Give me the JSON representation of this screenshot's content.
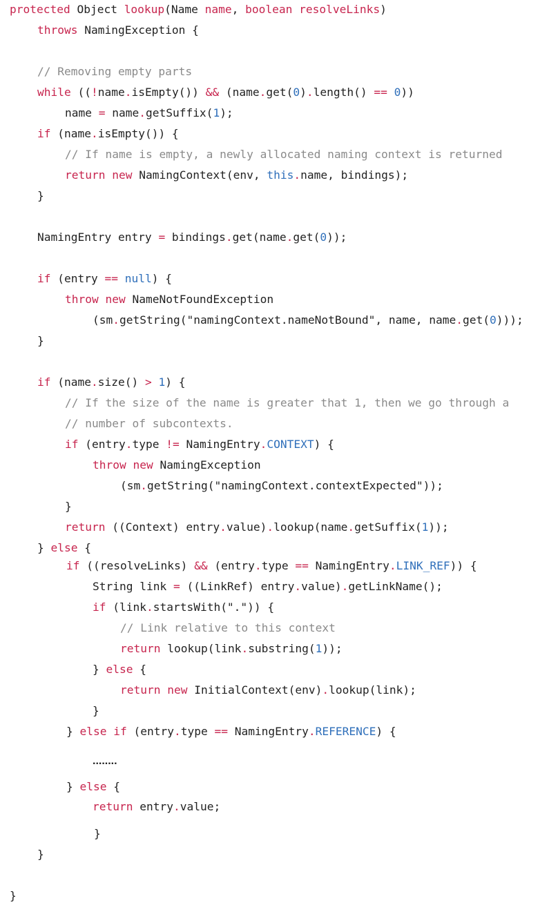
{
  "colors": {
    "keyword": "#c7254e",
    "comment": "#8a8a8a",
    "number": "#2f6fba",
    "constant": "#2f6fba",
    "operator": "#c7254e",
    "text": "#222222",
    "background": "#ffffff"
  },
  "code": {
    "lines": [
      {
        "indent": 0,
        "tokens": [
          [
            "k",
            "protected"
          ],
          [
            "t",
            " Object "
          ],
          [
            "k",
            "lookup"
          ],
          [
            "t",
            "(Name "
          ],
          [
            "k",
            "name"
          ],
          [
            "t",
            ", "
          ],
          [
            "k",
            "boolean"
          ],
          [
            "t",
            " "
          ],
          [
            "k",
            "resolveLinks"
          ],
          [
            "t",
            ")"
          ]
        ]
      },
      {
        "indent": 1,
        "tokens": [
          [
            "k",
            "throws"
          ],
          [
            "t",
            " NamingException {"
          ]
        ]
      },
      {
        "indent": 0,
        "tokens": []
      },
      {
        "indent": 1,
        "tokens": [
          [
            "c",
            "// Removing empty parts"
          ]
        ]
      },
      {
        "indent": 1,
        "tokens": [
          [
            "k",
            "while"
          ],
          [
            "t",
            " (("
          ],
          [
            "o",
            "!"
          ],
          [
            "t",
            "name"
          ],
          [
            "o",
            "."
          ],
          [
            "t",
            "isEmpty()) "
          ],
          [
            "o",
            "&&"
          ],
          [
            "t",
            " (name"
          ],
          [
            "o",
            "."
          ],
          [
            "t",
            "get("
          ],
          [
            "n",
            "0"
          ],
          [
            "t",
            ")"
          ],
          [
            "o",
            "."
          ],
          [
            "t",
            "length() "
          ],
          [
            "o",
            "=="
          ],
          [
            "t",
            " "
          ],
          [
            "n",
            "0"
          ],
          [
            "t",
            "))"
          ]
        ]
      },
      {
        "indent": 2,
        "tokens": [
          [
            "t",
            "name "
          ],
          [
            "o",
            "="
          ],
          [
            "t",
            " name"
          ],
          [
            "o",
            "."
          ],
          [
            "t",
            "getSuffix("
          ],
          [
            "n",
            "1"
          ],
          [
            "t",
            ");"
          ]
        ]
      },
      {
        "indent": 1,
        "tokens": [
          [
            "k",
            "if"
          ],
          [
            "t",
            " (name"
          ],
          [
            "o",
            "."
          ],
          [
            "t",
            "isEmpty()) {"
          ]
        ]
      },
      {
        "indent": 2,
        "tokens": [
          [
            "c",
            "// If name is empty, a newly allocated naming context is returned"
          ]
        ]
      },
      {
        "indent": 2,
        "tokens": [
          [
            "k",
            "return"
          ],
          [
            "t",
            " "
          ],
          [
            "k",
            "new"
          ],
          [
            "t",
            " NamingContext(env, "
          ],
          [
            "n",
            "this"
          ],
          [
            "o",
            "."
          ],
          [
            "t",
            "name, bindings);"
          ]
        ]
      },
      {
        "indent": 1,
        "tokens": [
          [
            "t",
            "}"
          ]
        ]
      },
      {
        "indent": 0,
        "tokens": []
      },
      {
        "indent": 1,
        "tokens": [
          [
            "t",
            "NamingEntry entry "
          ],
          [
            "o",
            "="
          ],
          [
            "t",
            " bindings"
          ],
          [
            "o",
            "."
          ],
          [
            "t",
            "get(name"
          ],
          [
            "o",
            "."
          ],
          [
            "t",
            "get("
          ],
          [
            "n",
            "0"
          ],
          [
            "t",
            "));"
          ]
        ]
      },
      {
        "indent": 0,
        "tokens": []
      },
      {
        "indent": 1,
        "tokens": [
          [
            "k",
            "if"
          ],
          [
            "t",
            " (entry "
          ],
          [
            "o",
            "=="
          ],
          [
            "t",
            " "
          ],
          [
            "n",
            "null"
          ],
          [
            "t",
            ") {"
          ]
        ]
      },
      {
        "indent": 2,
        "tokens": [
          [
            "k",
            "throw"
          ],
          [
            "t",
            " "
          ],
          [
            "k",
            "new"
          ],
          [
            "t",
            " NameNotFoundException"
          ]
        ]
      },
      {
        "indent": 3,
        "tokens": [
          [
            "t",
            "(sm"
          ],
          [
            "o",
            "."
          ],
          [
            "t",
            "getString(\"namingContext.nameNotBound\", name, name"
          ],
          [
            "o",
            "."
          ],
          [
            "t",
            "get("
          ],
          [
            "n",
            "0"
          ],
          [
            "t",
            ")));"
          ]
        ]
      },
      {
        "indent": 1,
        "tokens": [
          [
            "t",
            "}"
          ]
        ]
      },
      {
        "indent": 0,
        "tokens": []
      },
      {
        "indent": 1,
        "tokens": [
          [
            "k",
            "if"
          ],
          [
            "t",
            " (name"
          ],
          [
            "o",
            "."
          ],
          [
            "t",
            "size() "
          ],
          [
            "o",
            ">"
          ],
          [
            "t",
            " "
          ],
          [
            "n",
            "1"
          ],
          [
            "t",
            ") {"
          ]
        ]
      },
      {
        "indent": 2,
        "tokens": [
          [
            "c",
            "// If the size of the name is greater that 1, then we go through a"
          ]
        ]
      },
      {
        "indent": 2,
        "tokens": [
          [
            "c",
            "// number of subcontexts."
          ]
        ]
      },
      {
        "indent": 2,
        "tokens": [
          [
            "k",
            "if"
          ],
          [
            "t",
            " (entry"
          ],
          [
            "o",
            "."
          ],
          [
            "t",
            "type "
          ],
          [
            "o",
            "!="
          ],
          [
            "t",
            " NamingEntry"
          ],
          [
            "o",
            "."
          ],
          [
            "n",
            "CONTEXT"
          ],
          [
            "t",
            ") {"
          ]
        ]
      },
      {
        "indent": 3,
        "tokens": [
          [
            "k",
            "throw"
          ],
          [
            "t",
            " "
          ],
          [
            "k",
            "new"
          ],
          [
            "t",
            " NamingException"
          ]
        ]
      },
      {
        "indent": 4,
        "tokens": [
          [
            "t",
            "(sm"
          ],
          [
            "o",
            "."
          ],
          [
            "t",
            "getString(\"namingContext.contextExpected\"));"
          ]
        ]
      },
      {
        "indent": 2,
        "tokens": [
          [
            "t",
            "}"
          ]
        ]
      },
      {
        "indent": 2,
        "tokens": [
          [
            "k",
            "return"
          ],
          [
            "t",
            " ((Context) entry"
          ],
          [
            "o",
            "."
          ],
          [
            "t",
            "value)"
          ],
          [
            "o",
            "."
          ],
          [
            "t",
            "lookup(name"
          ],
          [
            "o",
            "."
          ],
          [
            "t",
            "getSuffix("
          ],
          [
            "n",
            "1"
          ],
          [
            "t",
            "));"
          ]
        ]
      },
      {
        "indent": 1,
        "tokens": [
          [
            "t",
            "} "
          ],
          [
            "k",
            "else"
          ],
          [
            "t",
            " {"
          ]
        ]
      },
      {
        "indent": 2,
        "tokens": [
          [
            "k",
            "if"
          ],
          [
            "t",
            " ((resolveLinks) "
          ],
          [
            "o",
            "&&"
          ],
          [
            "t",
            " (entry"
          ],
          [
            "o",
            "."
          ],
          [
            "t",
            "type "
          ],
          [
            "o",
            "=="
          ],
          [
            "t",
            " NamingEntry"
          ],
          [
            "o",
            "."
          ],
          [
            "n",
            "LINK_REF"
          ],
          [
            "t",
            ")) {"
          ]
        ]
      },
      {
        "indent": 3,
        "tokens": [
          [
            "t",
            "String link "
          ],
          [
            "o",
            "="
          ],
          [
            "t",
            " ((LinkRef) entry"
          ],
          [
            "o",
            "."
          ],
          [
            "t",
            "value)"
          ],
          [
            "o",
            "."
          ],
          [
            "t",
            "getLinkName();"
          ]
        ]
      },
      {
        "indent": 3,
        "tokens": [
          [
            "k",
            "if"
          ],
          [
            "t",
            " (link"
          ],
          [
            "o",
            "."
          ],
          [
            "t",
            "startsWith(\".\")) {"
          ]
        ]
      },
      {
        "indent": 4,
        "tokens": [
          [
            "c",
            "// Link relative to this context"
          ]
        ]
      },
      {
        "indent": 4,
        "tokens": [
          [
            "k",
            "return"
          ],
          [
            "t",
            " lookup(link"
          ],
          [
            "o",
            "."
          ],
          [
            "t",
            "substring("
          ],
          [
            "n",
            "1"
          ],
          [
            "t",
            "));"
          ]
        ]
      },
      {
        "indent": 3,
        "tokens": [
          [
            "t",
            "} "
          ],
          [
            "k",
            "else"
          ],
          [
            "t",
            " {"
          ]
        ]
      },
      {
        "indent": 4,
        "tokens": [
          [
            "k",
            "return"
          ],
          [
            "t",
            " "
          ],
          [
            "k",
            "new"
          ],
          [
            "t",
            " InitialContext(env)"
          ],
          [
            "o",
            "."
          ],
          [
            "t",
            "lookup(link);"
          ]
        ]
      },
      {
        "indent": 3,
        "tokens": [
          [
            "t",
            "}"
          ]
        ]
      },
      {
        "indent": 2,
        "tokens": [
          [
            "t",
            "} "
          ],
          [
            "k",
            "else"
          ],
          [
            "t",
            " "
          ],
          [
            "k",
            "if"
          ],
          [
            "t",
            " (entry"
          ],
          [
            "o",
            "."
          ],
          [
            "t",
            "type "
          ],
          [
            "o",
            "=="
          ],
          [
            "t",
            " NamingEntry"
          ],
          [
            "o",
            "."
          ],
          [
            "n",
            "REFERENCE"
          ],
          [
            "t",
            ") {"
          ]
        ]
      },
      {
        "indent": 3,
        "tokens": [
          [
            "d",
            "........"
          ]
        ]
      },
      {
        "indent": 2,
        "tokens": [
          [
            "t",
            "} "
          ],
          [
            "k",
            "else"
          ],
          [
            "t",
            " {"
          ]
        ]
      },
      {
        "indent": 3,
        "tokens": [
          [
            "k",
            "return"
          ],
          [
            "t",
            " entry"
          ],
          [
            "o",
            "."
          ],
          [
            "t",
            "value;"
          ]
        ]
      },
      {
        "indent": 3,
        "tokens": [
          [
            "t",
            "}"
          ]
        ]
      },
      {
        "indent": 1,
        "tokens": [
          [
            "t",
            "}"
          ]
        ]
      },
      {
        "indent": 0,
        "tokens": []
      },
      {
        "indent": 0,
        "tokens": [
          [
            "t",
            "}"
          ]
        ]
      }
    ]
  }
}
